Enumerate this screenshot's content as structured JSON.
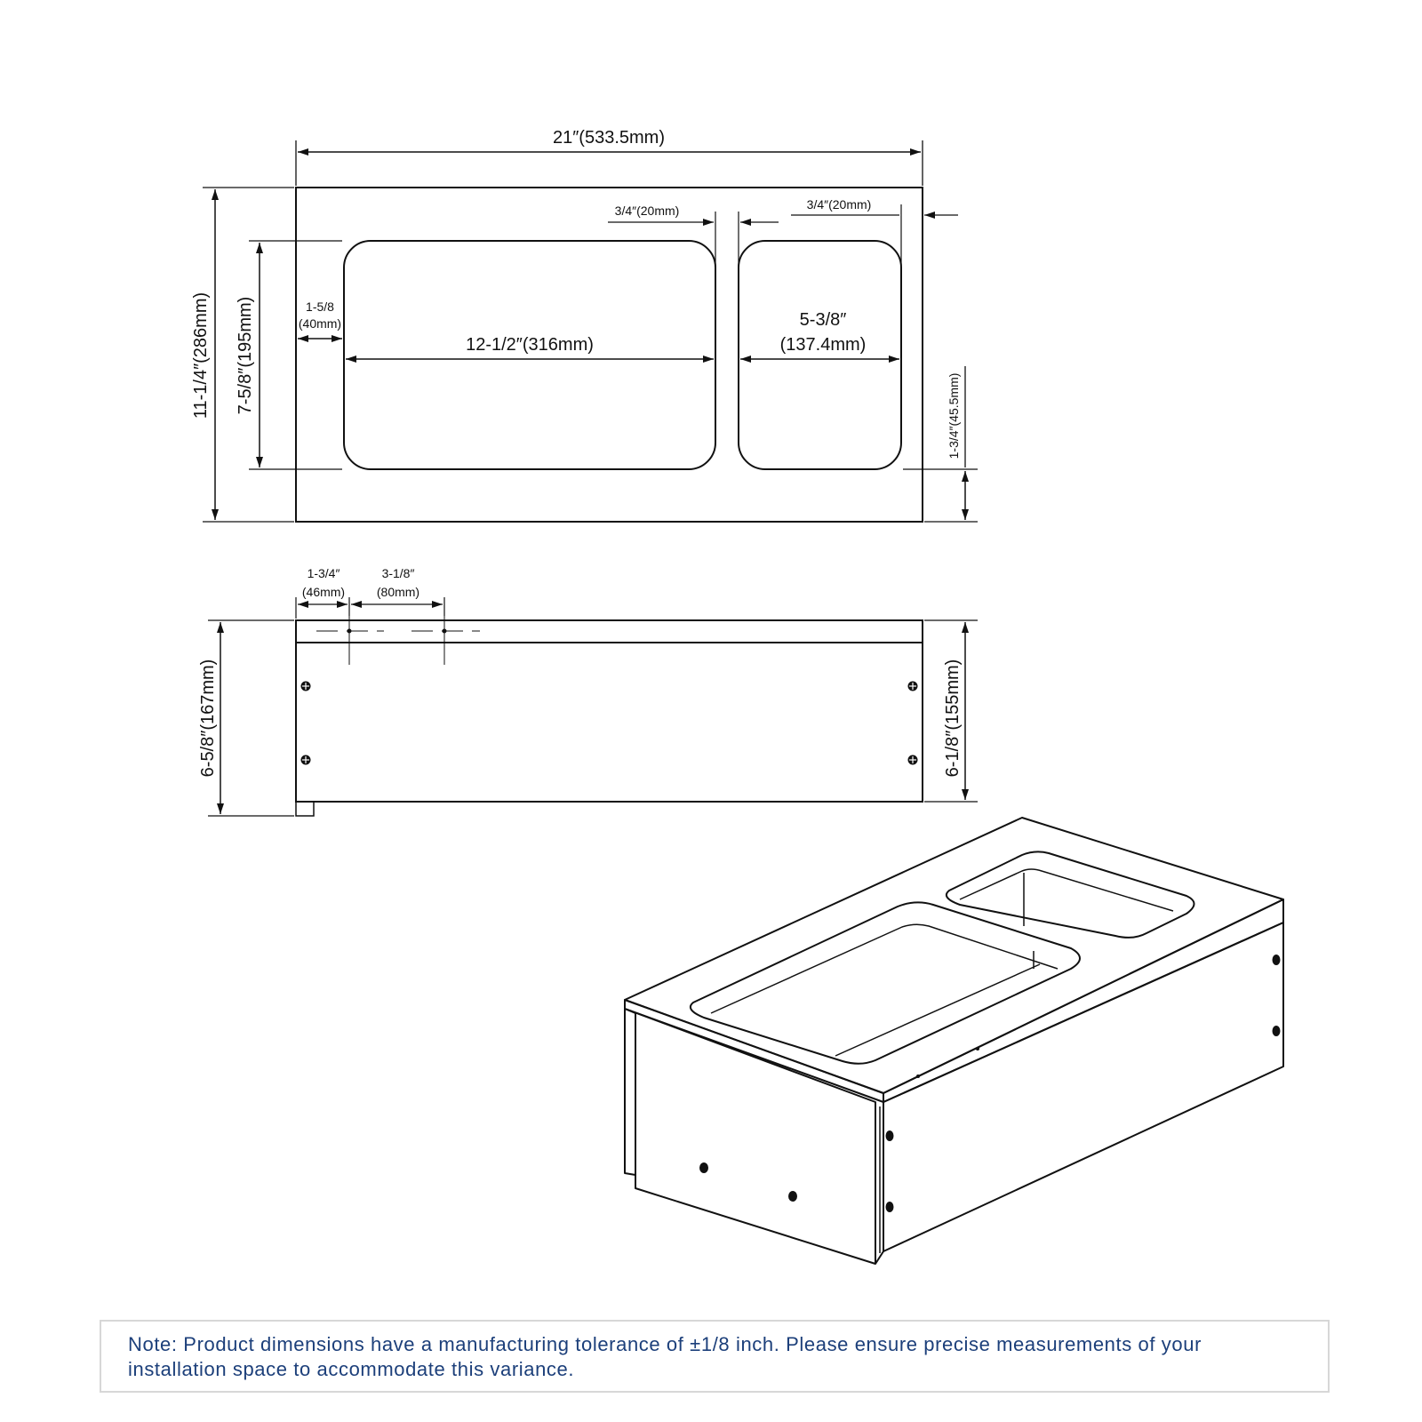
{
  "colors": {
    "line": "#111111",
    "note_text": "#1c3f7a",
    "note_border": "#d7d7d7",
    "background": "#ffffff"
  },
  "top_view": {
    "overall_width": "21″(533.5mm)",
    "overall_depth": "11-1/4″(286mm)",
    "cutout_depth": "7-5/8″(195mm)",
    "left_margin_a": "1-5/8",
    "left_margin_b": "(40mm)",
    "large_cutout_width": "12-1/2″(316mm)",
    "divider_width": "3/4″(20mm)",
    "right_margin": "3/4″(20mm)",
    "small_cutout_width_a": "5-3/8″",
    "small_cutout_width_b": "(137.4mm)",
    "front_margin": "1-3/4″(45.5mm)"
  },
  "front_view": {
    "hole_offset_a": "1-3/4″",
    "hole_offset_b": "(46mm)",
    "hole_spacing_a": "3-1/8″",
    "hole_spacing_b": "(80mm)",
    "total_height": "6-5/8″(167mm)",
    "body_height": "6-1/8″(155mm)"
  },
  "note": "Note: Product dimensions have a manufacturing tolerance of ±1/8 inch. Please ensure precise measurements of your installation space to accommodate this variance."
}
